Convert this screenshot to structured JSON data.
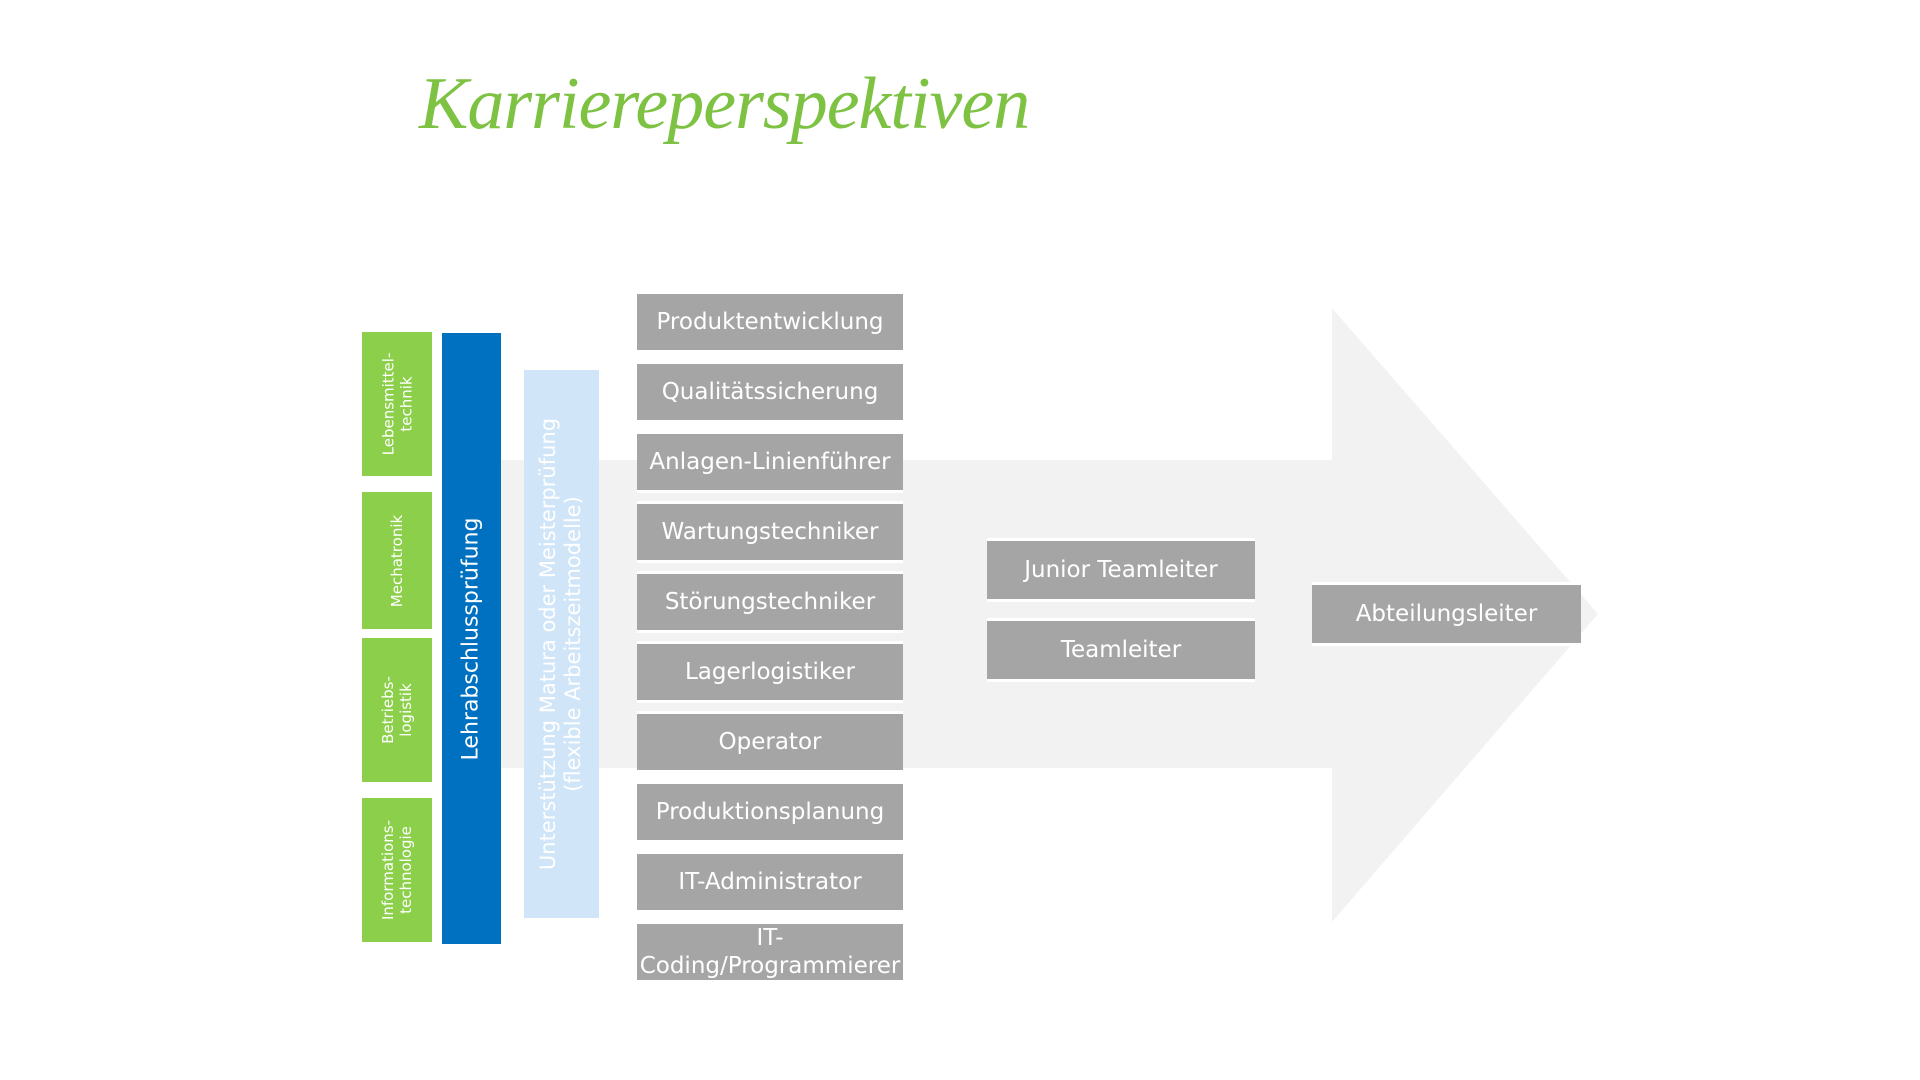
{
  "title": "Karriereperspektiven",
  "colors": {
    "green": "#8bcf4a",
    "blue": "#0070c0",
    "light_blue": "#d0e5f7",
    "gray": "#a5a5a5",
    "arrow": "#f2f2f2",
    "title": "#7dc243"
  },
  "apprenticeships": [
    "Lebensmittel-\ntechnik",
    "Mechatronik",
    "Betriebs-\nlogistik",
    "Informations-\ntechnologie"
  ],
  "exam": "Lehrabschlussprüfung",
  "support": "Unterstützung Matura oder Meisterprüfung\n(flexible Arbeitszeitmodelle)",
  "roles": [
    "Produktentwicklung",
    "Qualitätssicherung",
    "Anlagen-Linienführer",
    "Wartungstechniker",
    "Störungstechniker",
    "Lagerlogistiker",
    "Operator",
    "Produktionsplanung",
    "IT-Administrator",
    "IT-\nCoding/Programmierer"
  ],
  "team": [
    "Junior Teamleiter",
    "Teamleiter"
  ],
  "head": "Abteilungsleiter"
}
